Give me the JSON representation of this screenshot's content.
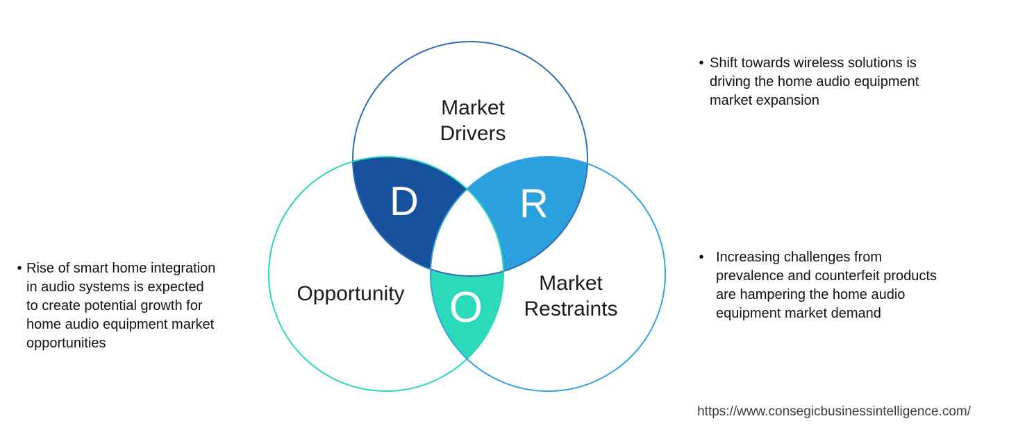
{
  "venn": {
    "drivers": {
      "label_lines": [
        "Market",
        "Drivers"
      ],
      "letter": "D"
    },
    "opportunity": {
      "label_lines": [
        "Opportunity"
      ],
      "letter": "O"
    },
    "restraints": {
      "label_lines": [
        "Market",
        "Restraints"
      ],
      "letter": "R"
    }
  },
  "notes": {
    "drivers": {
      "marker": "•",
      "lines": [
        "Shift towards wireless solutions is",
        "driving the home audio equipment",
        "market expansion"
      ]
    },
    "opportunity": {
      "marker": "•",
      "lines": [
        "Rise of smart home integration",
        "in audio systems is expected",
        "to create potential growth for",
        "home audio equipment market",
        "opportunities"
      ]
    },
    "restraints": {
      "marker": "•",
      "lines": [
        "Increasing challenges from",
        "prevalence and counterfeit products",
        "are hampering the home audio",
        "equipment market demand"
      ]
    }
  },
  "footer": {
    "source_url": "https://www.consegicbusinessintelligence.com/"
  },
  "colors": {
    "drivers_stroke": "#2E6CB5",
    "opportunity_stroke": "#2BD9B8",
    "restraints_stroke": "#33A3E0",
    "overlap_drivers_opportunity": "#17519E",
    "overlap_drivers_restraints": "#2AA0DE",
    "overlap_opportunity_restraints": "#2BD9BB",
    "center_fill": "#FFFFFF",
    "label_text": "#1B1B1B",
    "note_text": "#111111",
    "url_text": "#3C3C3C"
  }
}
